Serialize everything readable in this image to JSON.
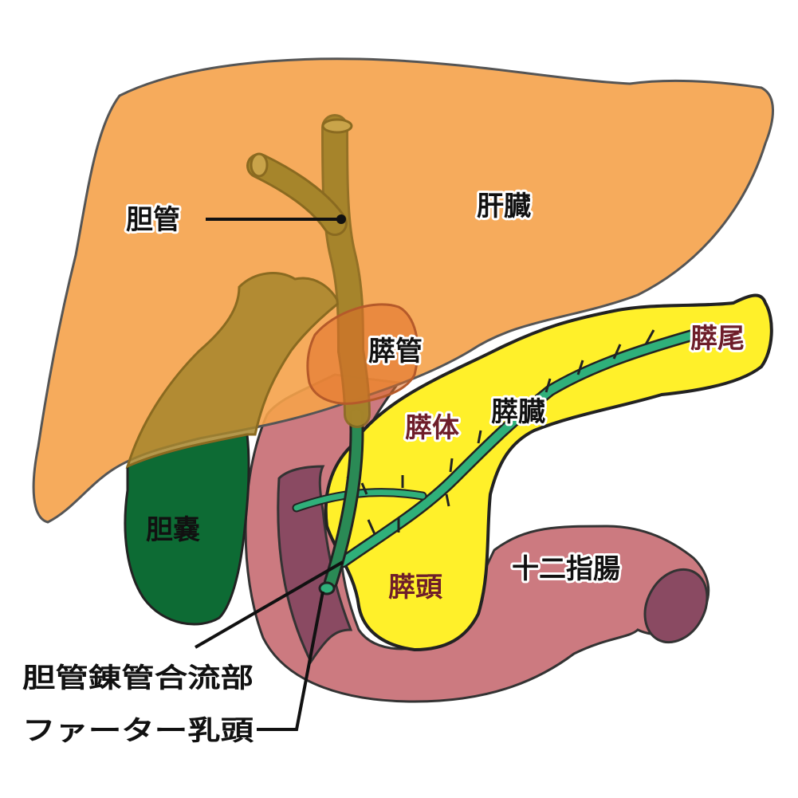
{
  "labels": {
    "bile_duct": "胆管",
    "liver": "肝臓",
    "pancreatic_duct": "膵管",
    "pancreas_tail": "膵尾",
    "pancreas_body": "膵体",
    "pancreas": "膵臓",
    "gallbladder": "胆嚢",
    "duodenum": "十二指腸",
    "pancreas_head": "膵頭",
    "junction": "胆管錬管合流部",
    "papilla": "ファーター乳頭"
  },
  "colors": {
    "liver": "#f5a24a",
    "bile": "#a6852b",
    "gallbladder": "#0d6b34",
    "duodenum": "#cc7a80",
    "duodenum_dark": "#8a4a62",
    "pancreas": "#fff02a",
    "pancreatic_duct": "#2fb07a",
    "outline": "#333333",
    "label_dark": "#111111",
    "label_maroon": "#6e1e2a"
  }
}
